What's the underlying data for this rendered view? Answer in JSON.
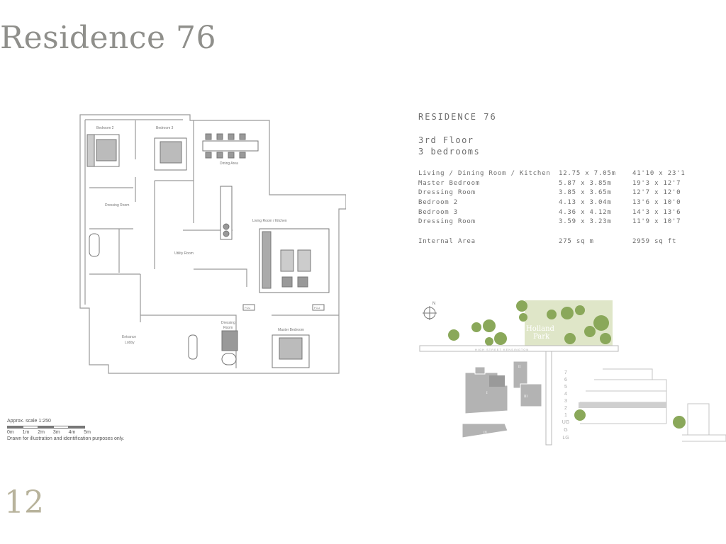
{
  "page": {
    "title": "Residence 76",
    "page_number": "12"
  },
  "spec": {
    "heading": "RESIDENCE 76",
    "floor": "3rd Floor",
    "bedrooms": "3 bedrooms",
    "rooms": [
      {
        "name": "Living / Dining Room / Kitchen",
        "metric": "12.75 x 7.05m",
        "imperial": "41'10 x 23'1"
      },
      {
        "name": "Master Bedroom",
        "metric": "5.87 x 3.85m",
        "imperial": "19'3 x 12'7"
      },
      {
        "name": "Dressing Room",
        "metric": "3.85 x 3.65m",
        "imperial": "12'7 x 12'0"
      },
      {
        "name": "Bedroom 2",
        "metric": "4.13 x 3.04m",
        "imperial": "13'6 x 10'0"
      },
      {
        "name": "Bedroom 3",
        "metric": "4.36 x 4.12m",
        "imperial": "14'3 x 13'6"
      },
      {
        "name": "Dressing Room",
        "metric": "3.59 x 3.23m",
        "imperial": "11'9 x 10'7"
      }
    ],
    "internal_area": {
      "label": "Internal Area",
      "metric": "275 sq m",
      "imperial": "2959 sq ft"
    }
  },
  "plan": {
    "labels": {
      "bedroom2": "Bedroom 2",
      "bedroom3": "Bedroom 3",
      "dining": "Dining Area",
      "dressing1": "Dressing Room",
      "living": "Living Room / Kitchen",
      "utility": "Utility Room",
      "entrance1": "Entrance",
      "entrance2": "Lobby",
      "dressing2a": "Dressing",
      "dressing2b": "Room",
      "master": "Master Bedroom",
      "fcu": "FCU"
    }
  },
  "scale": {
    "label": "Approx. scale 1:250",
    "ticks": [
      "0m",
      "1m",
      "2m",
      "3m",
      "4m",
      "5m"
    ],
    "note": "Drawn for illustration and identification purposes only."
  },
  "map": {
    "north": "N",
    "park_line1": "Holland",
    "park_line2": "Park",
    "street": "HIGH STREET KENSINGTON",
    "buildings": [
      "I",
      "II",
      "III",
      "IV"
    ],
    "levels": [
      "7",
      "6",
      "5",
      "4",
      "3",
      "2",
      "1",
      "UG",
      "G",
      "LG"
    ],
    "colors": {
      "park": "#dfe6c8",
      "tree": "#9bb36a",
      "tree_dark": "#6e8f45",
      "building": "#b3b3b3",
      "highlight": "#9a9a9a",
      "orange_tree": "#e7a13a"
    }
  }
}
